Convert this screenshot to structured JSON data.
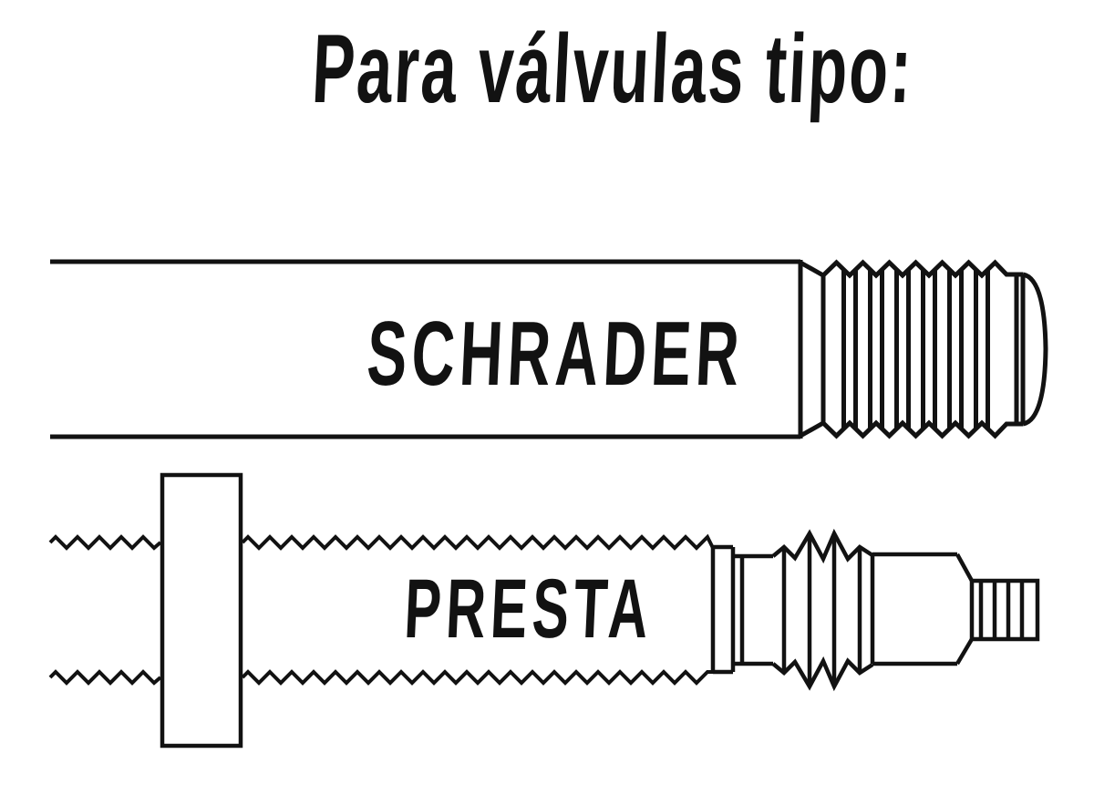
{
  "page": {
    "background": "#ffffff",
    "ink": "#121212"
  },
  "title": {
    "text": "Para válvulas tipo:"
  },
  "valves": {
    "schrader": {
      "label": "SCHRADER"
    },
    "presta": {
      "label": "PRESTA"
    }
  }
}
